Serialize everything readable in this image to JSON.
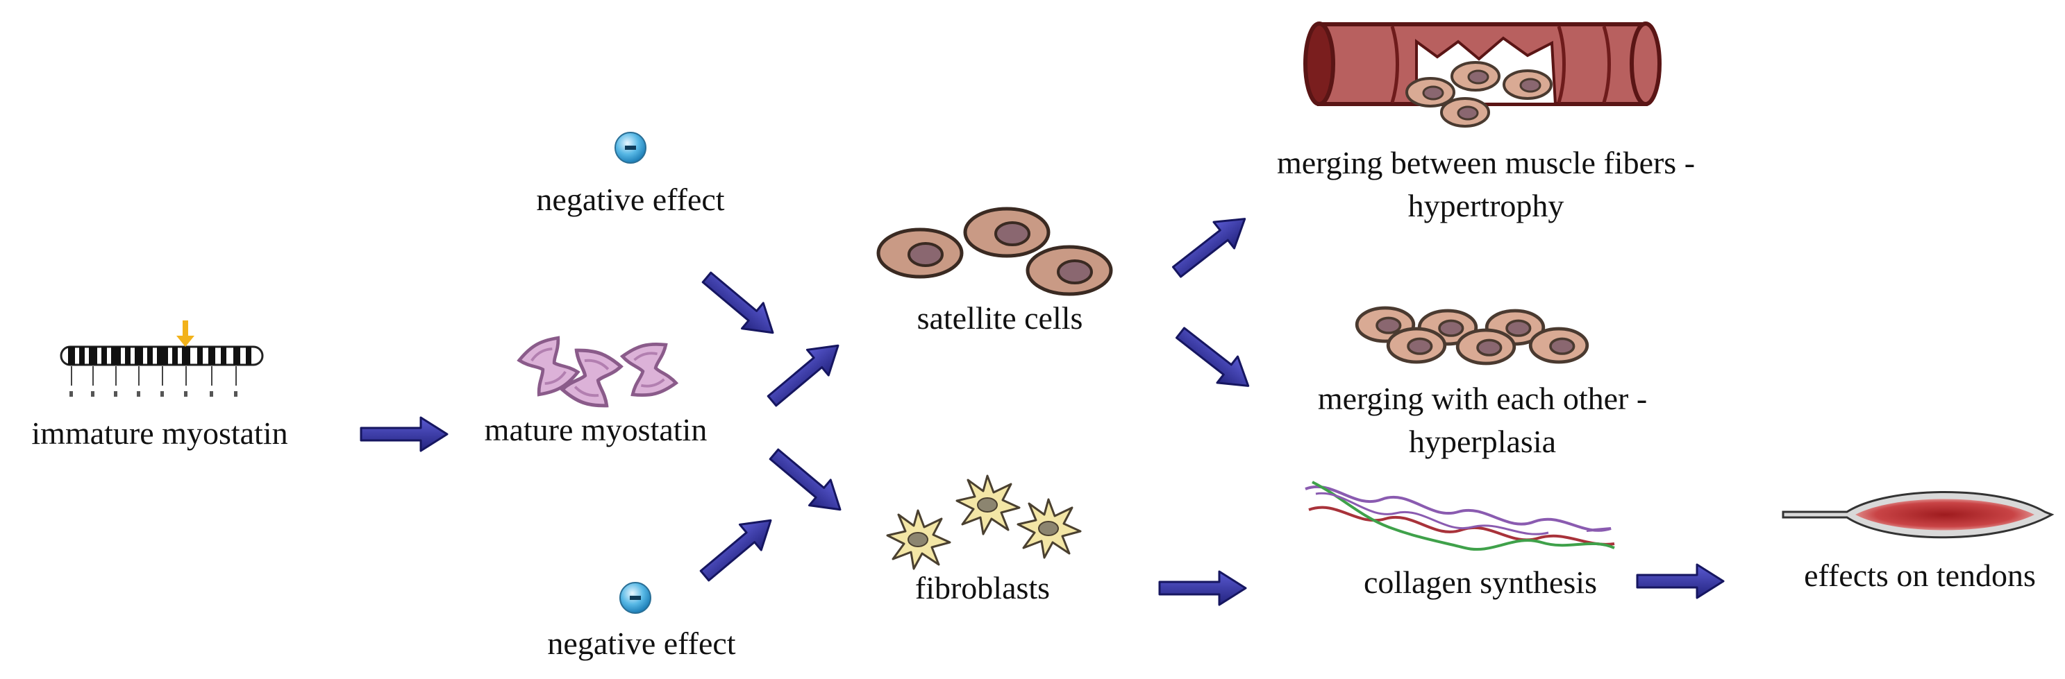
{
  "labels": {
    "immature_myostatin": "immature myostatin",
    "mature_myostatin": "mature myostatin",
    "negative_effect_top": "negative effect",
    "negative_effect_bottom": "negative effect",
    "satellite_cells": "satellite cells",
    "fibroblasts": "fibroblasts",
    "hypertrophy_line1": "merging between muscle fibers -",
    "hypertrophy_line2": "hypertrophy",
    "hyperplasia_line1": "merging with each other -",
    "hyperplasia_line2": "hyperplasia",
    "collagen_synthesis": "collagen synthesis",
    "effects_on_tendons": "effects on tendons"
  },
  "icons": {
    "inhibitor_sign": "minus-icon",
    "arrow": "blue-arrow-icon"
  },
  "colors": {
    "arrow": "#2f2f9e",
    "arrow_stroke": "#161660",
    "cell_body": "#c99a85",
    "cell_nucleus": "#8a6770",
    "muscle": "#b8605f",
    "muscle_dark": "#6e1b1b",
    "fibroblast": "#f3e6a6",
    "myostatin": "#c99ac4",
    "inhibitor": "#3fa9d9",
    "collagen_purple": "#8a5bb0",
    "collagen_red": "#a8323a",
    "collagen_green": "#3fa14a",
    "tendon_muscle": "#b5282a"
  }
}
